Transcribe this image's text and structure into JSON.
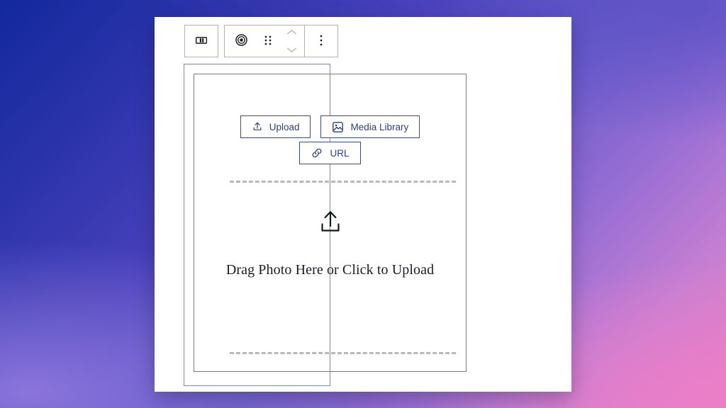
{
  "background": {
    "gradient_from": "#12289C",
    "gradient_via": "#6B5CCB",
    "gradient_to": "#E77FC4"
  },
  "editor": {
    "card_background": "#FFFFFF",
    "accent_color": "#2F3F86",
    "selection_outline_color": "#7B88B8",
    "placeholder_border_color": "#7A7A7A",
    "dashed_rule_color": "#B9B9B9",
    "toolbar": {
      "groups": [
        {
          "name": "document-tools",
          "items": [
            {
              "name": "block-inserter-toggle",
              "icon": "sidebar-layout-icon",
              "label": ""
            }
          ]
        },
        {
          "name": "block-tools",
          "items": [
            {
              "name": "block-type-image",
              "icon": "image-block-icon",
              "label": ""
            },
            {
              "name": "drag-handle",
              "icon": "drag-dots-icon",
              "label": ""
            },
            {
              "name": "move-block",
              "icon": "chevron-up-down-icon",
              "label": ""
            },
            {
              "name": "more-options",
              "icon": "kebab-menu-icon",
              "label": ""
            }
          ]
        }
      ]
    },
    "placeholder": {
      "buttons": [
        {
          "name": "upload-button",
          "label": "Upload",
          "icon": "upload-icon"
        },
        {
          "name": "media-library-button",
          "label": "Media Library",
          "icon": "image-icon"
        },
        {
          "name": "url-button",
          "label": "URL",
          "icon": "link-icon"
        }
      ],
      "dropzone": {
        "icon": "upload-icon",
        "text": "Drag Photo Here or Click to Upload"
      }
    }
  }
}
